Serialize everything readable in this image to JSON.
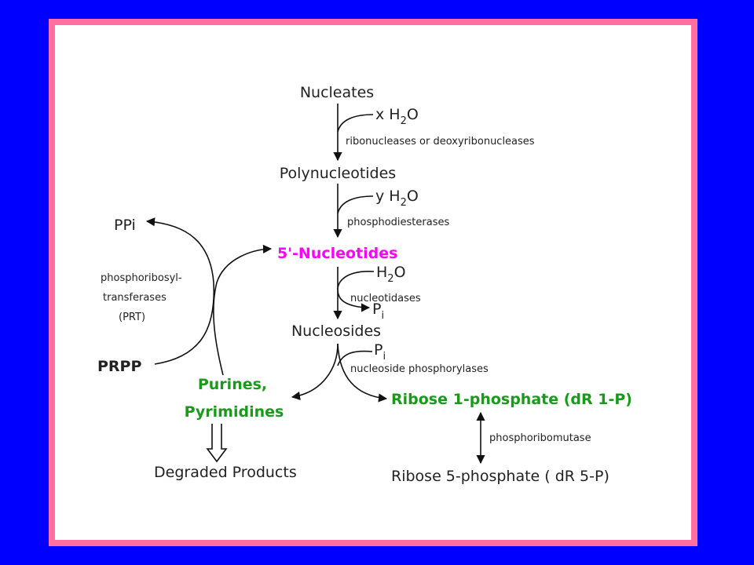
{
  "colors": {
    "background": "#0000ff",
    "border": "#ff6fa0",
    "panel": "#ffffff",
    "highlight_magenta": "#ff00ff",
    "highlight_green": "#1a9a1a",
    "text": "#222222"
  },
  "nodes": {
    "nucleates": "Nucleates",
    "polynucleotides": "Polynucleotides",
    "five_nucleotides": "5'-Nucleotides",
    "nucleosides": "Nucleosides",
    "purines": "Purines,",
    "pyrimidines": "Pyrimidines",
    "ribose1p": "Ribose 1-phosphate (dR 1-P)",
    "ribose5p": "Ribose 5-phosphate ( dR 5-P)",
    "degraded": "Degraded Products",
    "ppi": "PPi",
    "prpp": "PRPP"
  },
  "reagents": {
    "xh2o": {
      "prefix": "x H",
      "sub": "2",
      "suffix": "O"
    },
    "yh2o": {
      "prefix": "y H",
      "sub": "2",
      "suffix": "O"
    },
    "h2o": {
      "prefix": "H",
      "sub": "2",
      "suffix": "O"
    },
    "pi_out": {
      "prefix": "P",
      "sub": "i"
    },
    "pi_in": {
      "prefix": "P",
      "sub": "i"
    }
  },
  "enzymes": {
    "ribonucleases": "ribonucleases or deoxyribonucleases",
    "phosphodiesterases": "phosphodiesterases",
    "nucleotidases": "nucleotidases",
    "nucleoside_phosphorylases": "nucleoside phosphorylases",
    "phosphoribomutase": "phosphoribomutase",
    "prt_line1": "phosphoribosyl-",
    "prt_line2": "transferases",
    "prt_line3": "(PRT)"
  }
}
